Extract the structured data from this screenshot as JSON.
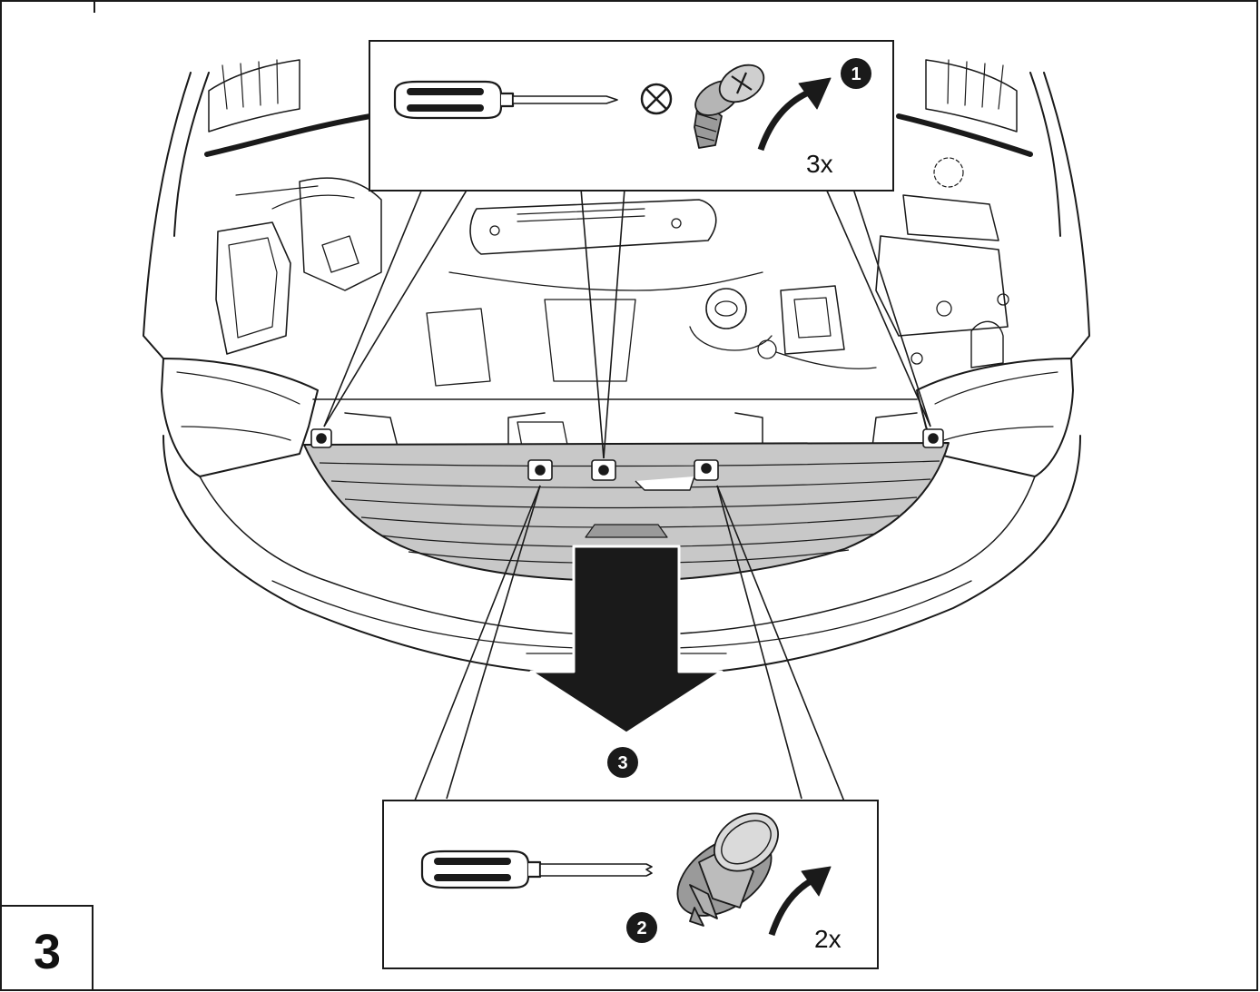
{
  "page": {
    "step_number": "3"
  },
  "top_callout": {
    "badge": "1",
    "count": "3x",
    "tool": "phillips-screwdriver",
    "tool_symbol": "cross-recess-symbol",
    "fastener": "self-tapping-screw"
  },
  "bottom_callout": {
    "badge": "2",
    "count": "2x",
    "tool": "flat-blade-screwdriver",
    "fastener": "push-clip-rivet"
  },
  "main_action": {
    "badge": "3",
    "arrow": "remove-downward-arrow"
  },
  "colors": {
    "line": "#1a1a1a",
    "grille_fill": "#c8c8c8",
    "badge_fill": "#1a1a1a",
    "arrow_fill": "#1a1a1a",
    "background": "#ffffff"
  }
}
